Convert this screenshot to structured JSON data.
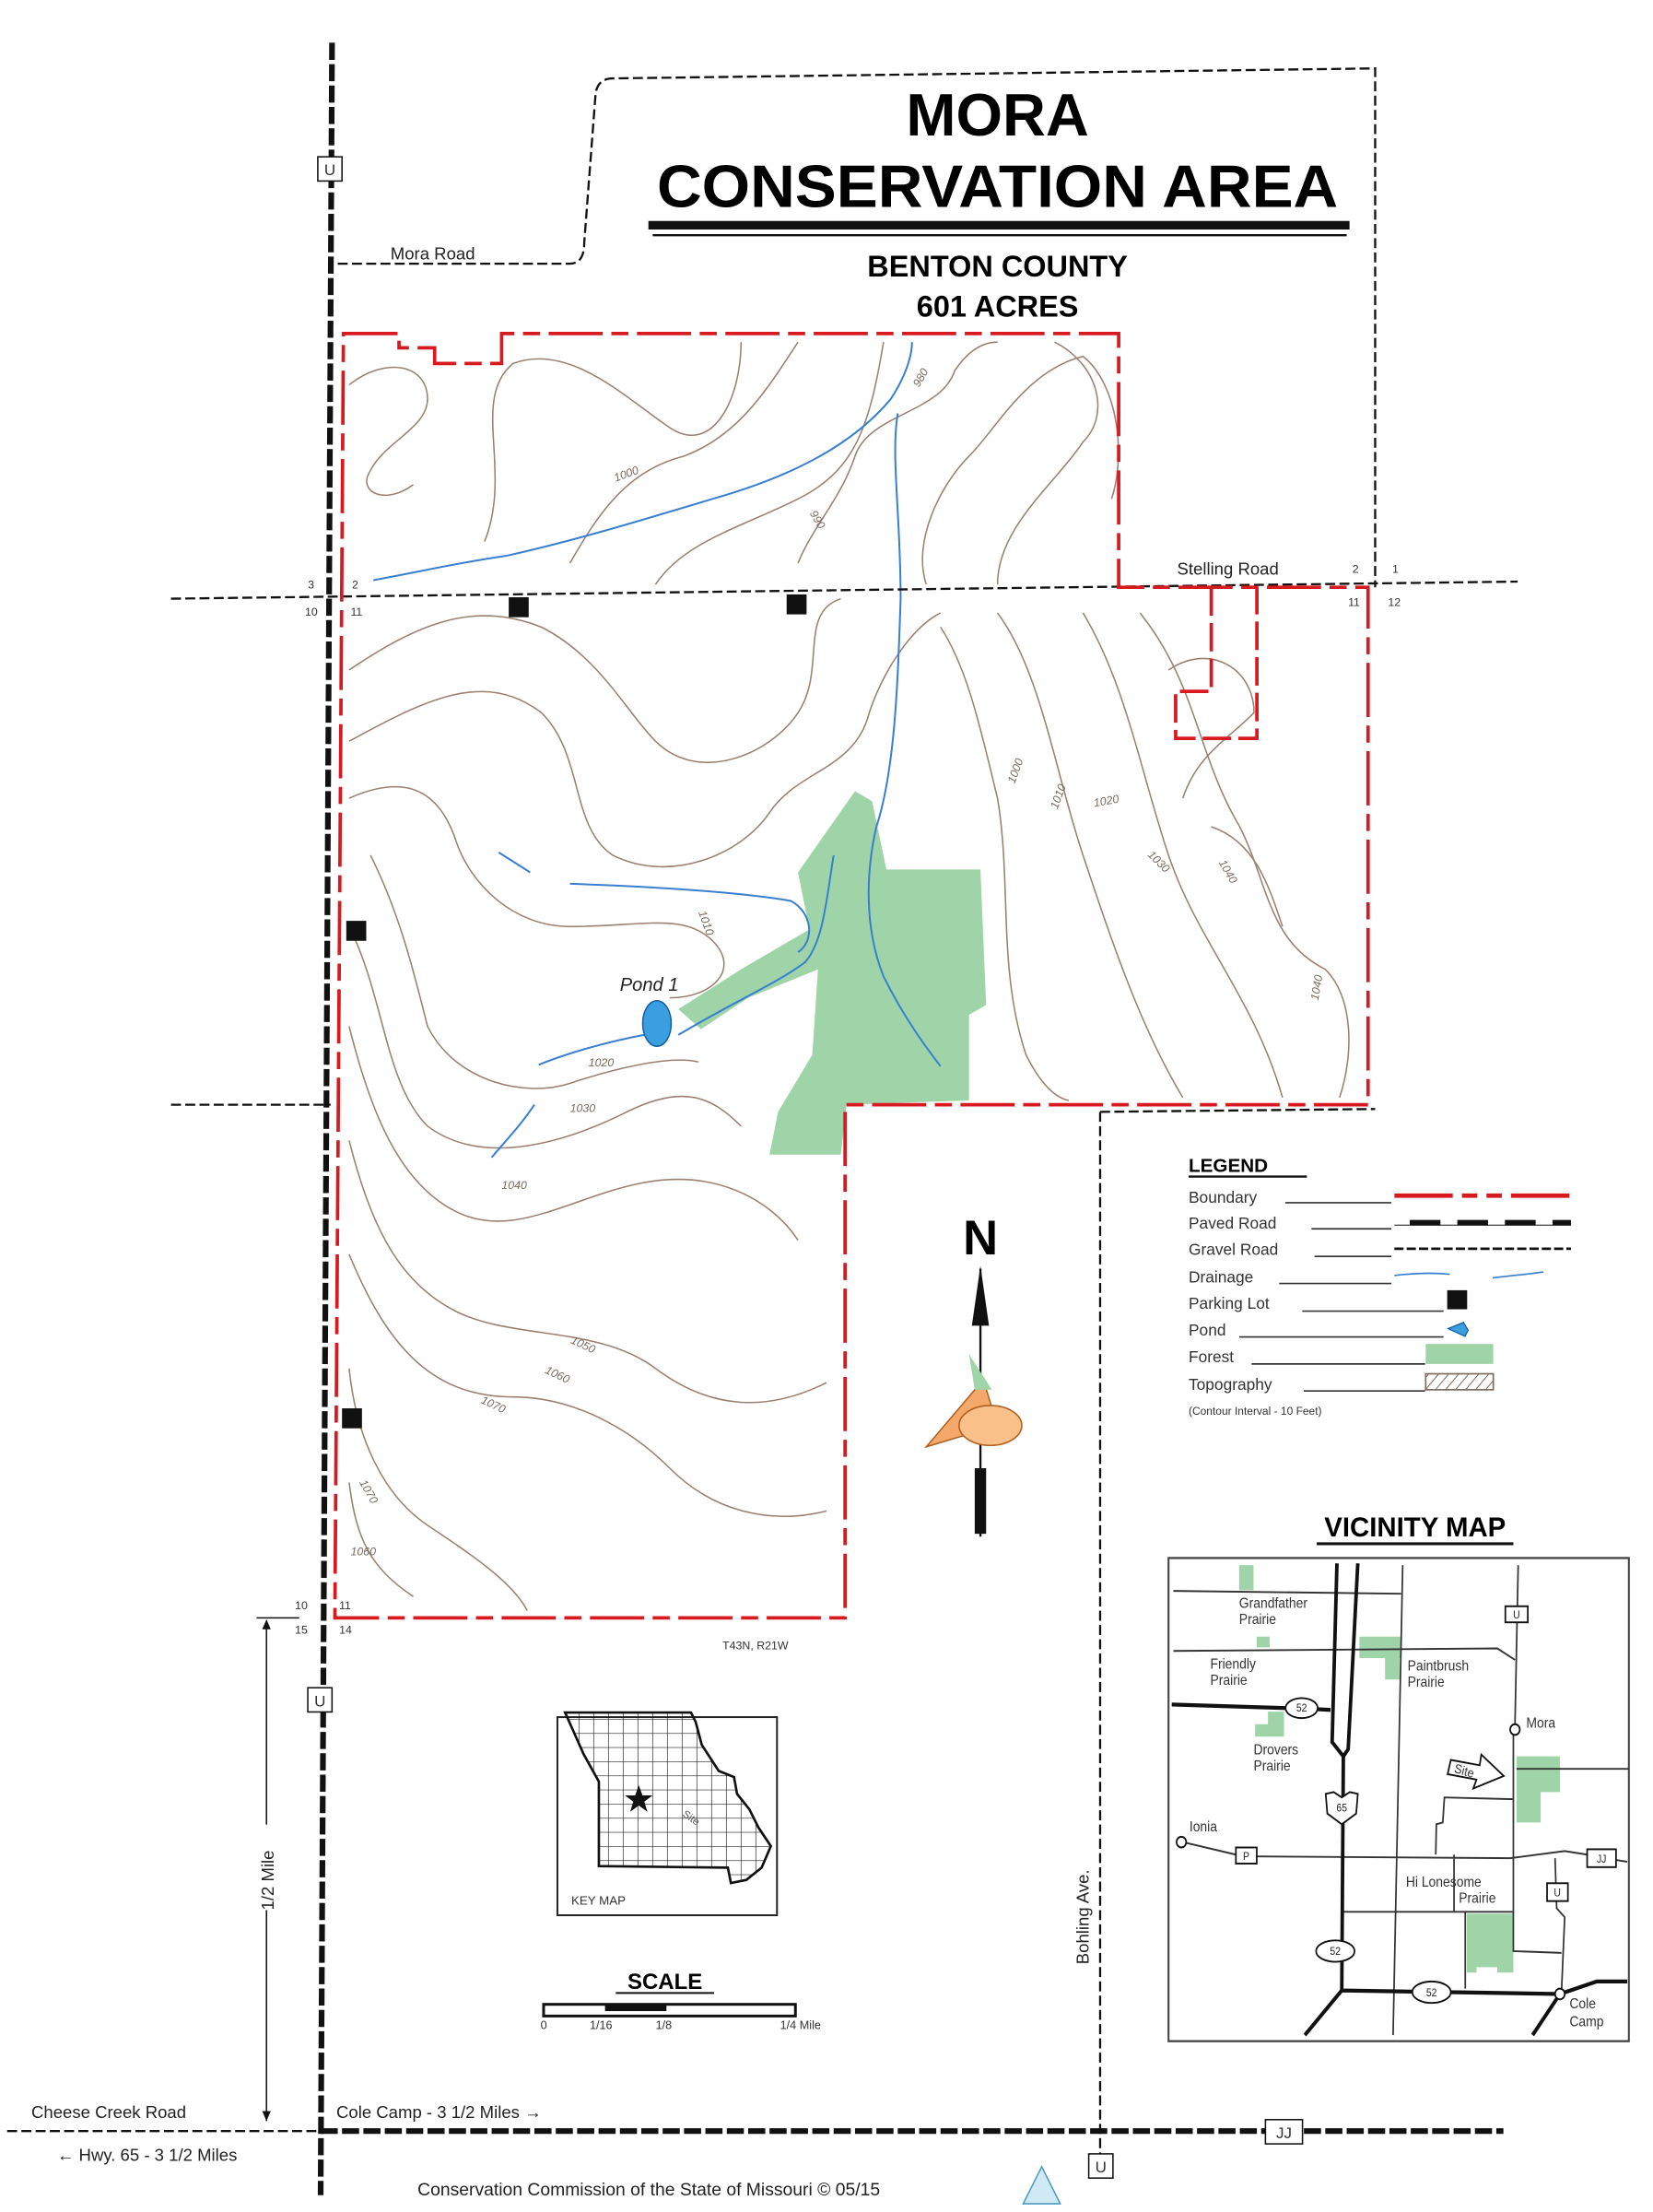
{
  "title": {
    "line1": "MORA",
    "line2": "CONSERVATION AREA",
    "county": "BENTON COUNTY",
    "acreage": "601 ACRES"
  },
  "roads": {
    "mora_road": "Mora Road",
    "stelling_road": "Stelling Road",
    "bohling_ave": "Bohling Ave.",
    "cheese_creek_road": "Cheese Creek Road",
    "cole_camp": "Cole Camp - 3 1/2 Miles →",
    "hwy65": "← Hwy. 65 - 3 1/2 Miles",
    "route_u": "U",
    "route_jj": "JJ"
  },
  "sections": {
    "nw": [
      "3",
      "2",
      "10",
      "11"
    ],
    "ne": [
      "2",
      "1",
      "11",
      "12"
    ],
    "sw": [
      "10",
      "11",
      "15",
      "14"
    ],
    "township": "T43N, R21W"
  },
  "features": {
    "pond": "Pond 1",
    "half_mile": "1/2 Mile",
    "north": "N"
  },
  "contours": [
    "980",
    "1000",
    "990",
    "1000",
    "1010",
    "1020",
    "1030",
    "1040",
    "1040",
    "1010",
    "1020",
    "1030",
    "1040",
    "1050",
    "1060",
    "1070",
    "1070",
    "1060"
  ],
  "legend": {
    "title": "LEGEND",
    "items": [
      "Boundary",
      "Paved Road",
      "Gravel Road",
      "Drainage",
      "Parking Lot",
      "Pond",
      "Forest",
      "Topography"
    ],
    "note": "(Contour Interval - 10 Feet)"
  },
  "vicinity": {
    "title": "VICINITY MAP",
    "places": [
      "Grandfather",
      "Prairie",
      "Friendly",
      "Prairie",
      "Paintbrush",
      "Prairie",
      "Drovers",
      "Prairie",
      "Mora",
      "Ionia",
      "Hi Lonesome",
      "Prairie",
      "Cole",
      "Camp",
      "Site"
    ],
    "shields": [
      "52",
      "65",
      "52",
      "52",
      "P",
      "JJ",
      "U",
      "U"
    ]
  },
  "key_map": {
    "label": "KEY MAP",
    "site": "Site"
  },
  "scale": {
    "title": "SCALE",
    "ticks": [
      "0",
      "1/16",
      "1/8",
      "1/4 Mile"
    ]
  },
  "footer": "Conservation Commission of the State of Missouri © 05/15",
  "colors": {
    "boundary": "#d71920",
    "drainage": "#3a7fcf",
    "forest": "#9fd4a8",
    "contour": "#9a8070"
  }
}
